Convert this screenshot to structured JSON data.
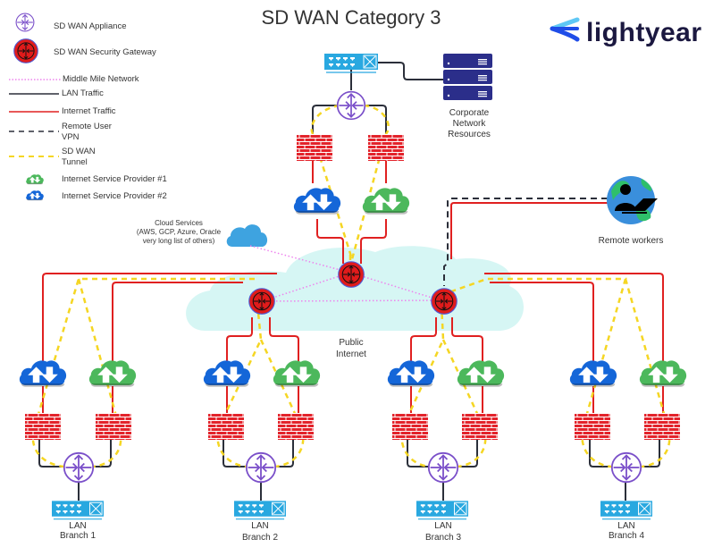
{
  "title": "SD WAN Category 3",
  "logo": {
    "text": "lightyear",
    "icon": "lightyear-arrow-logo-icon"
  },
  "colors": {
    "internet_traffic": "#e02020",
    "lan_traffic": "#2b2f3a",
    "middle_mile": "#ee82ee",
    "sdwan_tunnel": "#f5d623",
    "remote_vpn": "#2b2f3a",
    "isp1": "#4cb85c",
    "isp2": "#1466d8",
    "appliance": "#7a4fc9",
    "gateway": "#e01b1b",
    "firewall": "#e3232b",
    "switch": "#29a8e0",
    "server": "#2b2e8a",
    "public_cloud": "#d6f6f4",
    "cloud_services": "#3ea3e0"
  },
  "legend": {
    "items": [
      {
        "icon": "sd-wan-appliance-icon",
        "label": "SD WAN Appliance"
      },
      {
        "icon": "sd-wan-security-gateway-icon",
        "label": "SD WAN Security Gateway"
      },
      {
        "line": "dotted-pink",
        "label": "Middle Mile Network"
      },
      {
        "line": "solid-dark",
        "label": "LAN Traffic"
      },
      {
        "line": "solid-red",
        "label": "Internet Traffic"
      },
      {
        "line": "dashed-dark",
        "label_line1": "Remote User",
        "label_line2": "VPN"
      },
      {
        "line": "dashed-yellow",
        "label_line1": "SD WAN",
        "label_line2": "Tunnel"
      },
      {
        "icon": "isp-cloud-green-icon",
        "label": "Internet Service Provider #1"
      },
      {
        "icon": "isp-cloud-blue-icon",
        "label": "Internet Service Provider #2"
      }
    ]
  },
  "nodes": {
    "corporate": {
      "line1": "Corporate",
      "line2": "Network",
      "line3": "Resources"
    },
    "cloud_services": {
      "line1": "Cloud Services",
      "line2": "(AWS, GCP, Azure, Oracle",
      "line3": "very long list of others)"
    },
    "remote_workers": {
      "label": "Remote workers"
    },
    "public_internet": {
      "line1": "Public",
      "line2": "Internet"
    }
  },
  "branches": [
    {
      "line1": "LAN",
      "line2": "Branch 1"
    },
    {
      "line1": "LAN",
      "line2": "Branch 2"
    },
    {
      "line1": "LAN",
      "line2": "Branch 3"
    },
    {
      "line1": "LAN",
      "line2": "Branch 4"
    }
  ]
}
